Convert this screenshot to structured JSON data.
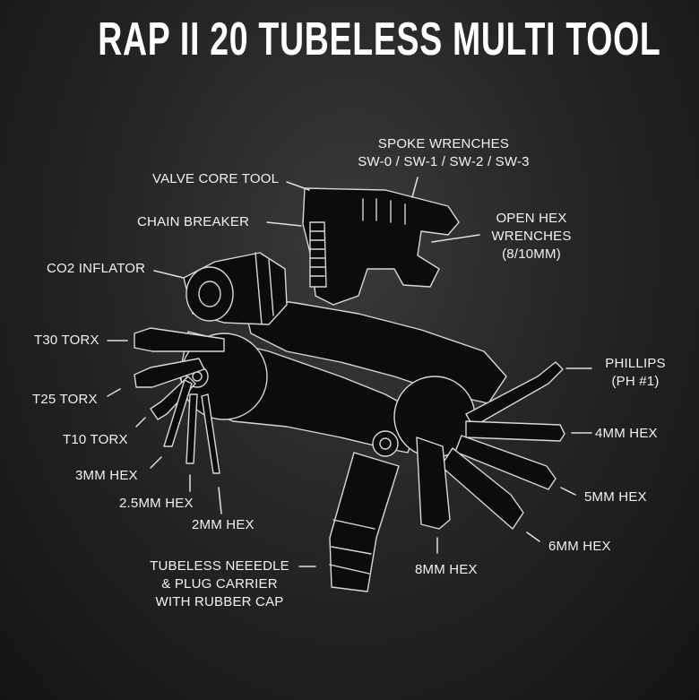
{
  "title": "RAP II 20 TUBELESS MULTI TOOL",
  "labels": {
    "spoke_wrenches": [
      "SPOKE WRENCHES",
      "SW-0 / SW-1 / SW-2 / SW-3"
    ],
    "valve_core_tool": "VALVE CORE TOOL",
    "chain_breaker": "CHAIN BREAKER",
    "open_hex_wrenches": [
      "OPEN HEX",
      "WRENCHES",
      "(8/10MM)"
    ],
    "co2_inflator": "CO2 INFLATOR",
    "t30_torx": "T30 TORX",
    "t25_torx": "T25 TORX",
    "t10_torx": "T10 TORX",
    "hex_3mm": "3MM HEX",
    "hex_2_5mm": "2.5MM HEX",
    "hex_2mm": "2MM HEX",
    "tubeless_needle": [
      "TUBELESS NEEEDLE",
      "& PLUG CARRIER",
      "WITH RUBBER CAP"
    ],
    "phillips": [
      "PHILLIPS",
      "(PH #1)"
    ],
    "hex_4mm": "4MM HEX",
    "hex_5mm": "5MM HEX",
    "hex_6mm": "6MM HEX",
    "hex_8mm": "8MM HEX"
  },
  "colors": {
    "background": "#1e1e1e",
    "text": "#f2f2f2",
    "tool_fill": "#0c0c0c",
    "tool_outline": "#d8d8d8",
    "leader": "#e0e0e0"
  }
}
